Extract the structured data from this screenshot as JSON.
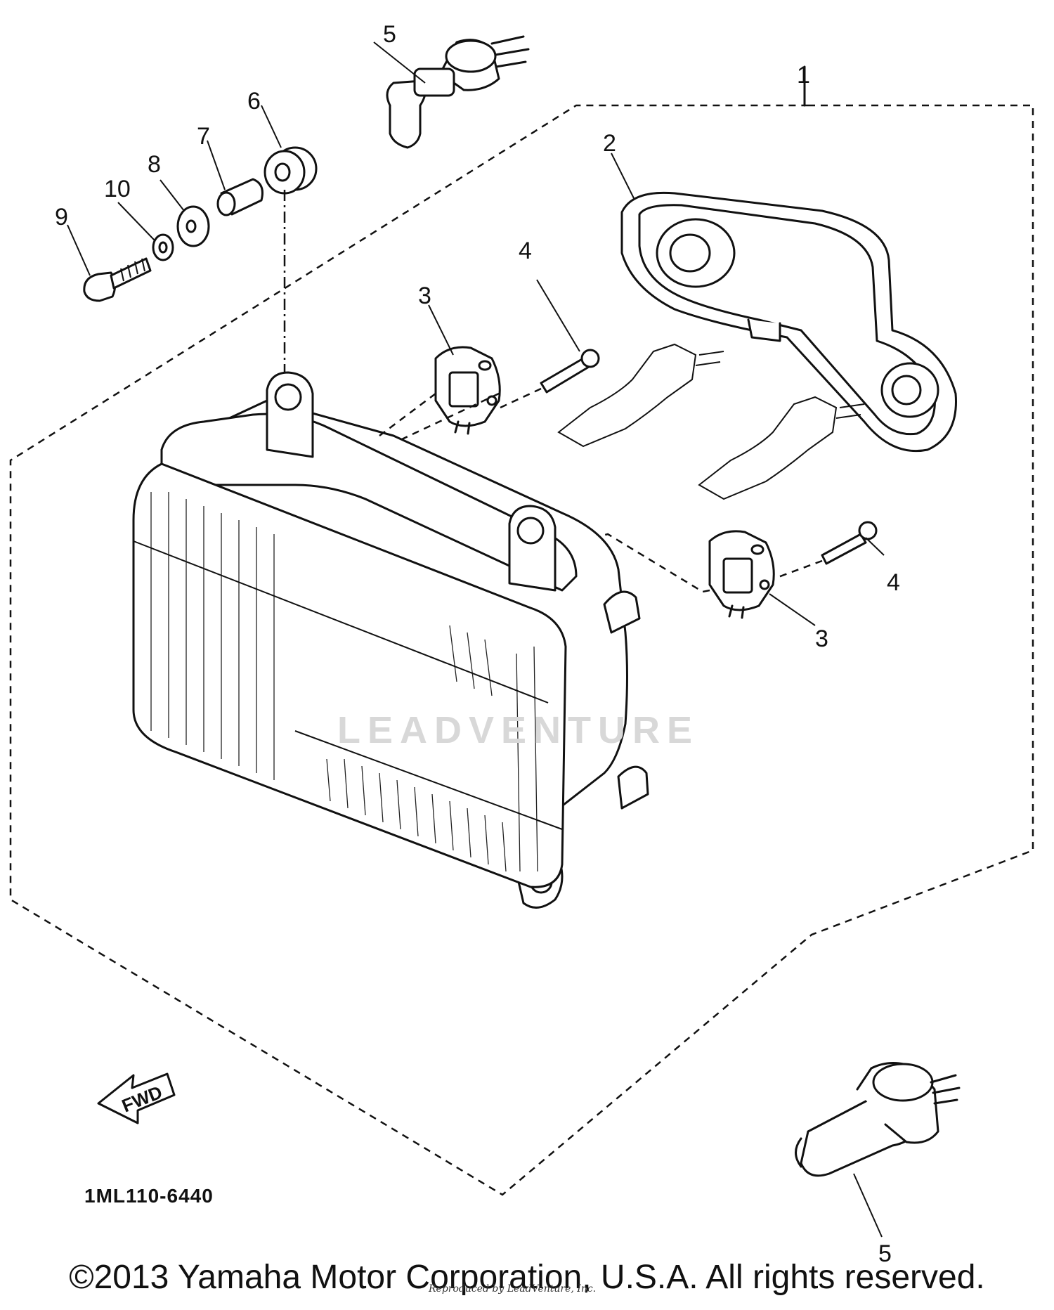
{
  "diagram": {
    "callouts": [
      {
        "id": "1",
        "text": "1"
      },
      {
        "id": "2",
        "text": "2"
      },
      {
        "id": "3a",
        "text": "3"
      },
      {
        "id": "3b",
        "text": "3"
      },
      {
        "id": "4a",
        "text": "4"
      },
      {
        "id": "4b",
        "text": "4"
      },
      {
        "id": "5a",
        "text": "5"
      },
      {
        "id": "5b",
        "text": "5"
      },
      {
        "id": "6",
        "text": "6"
      },
      {
        "id": "7",
        "text": "7"
      },
      {
        "id": "8",
        "text": "8"
      },
      {
        "id": "9",
        "text": "9"
      },
      {
        "id": "10",
        "text": "10"
      }
    ],
    "fwd_label": "FWD",
    "part_code": "1ML110-6440",
    "watermark": "LEADVENTURE",
    "copyright": "©2013 Yamaha Motor Corporation, U.S.A. All rights reserved.",
    "fine_print": "Reproduced by LeadVenture, Inc."
  }
}
